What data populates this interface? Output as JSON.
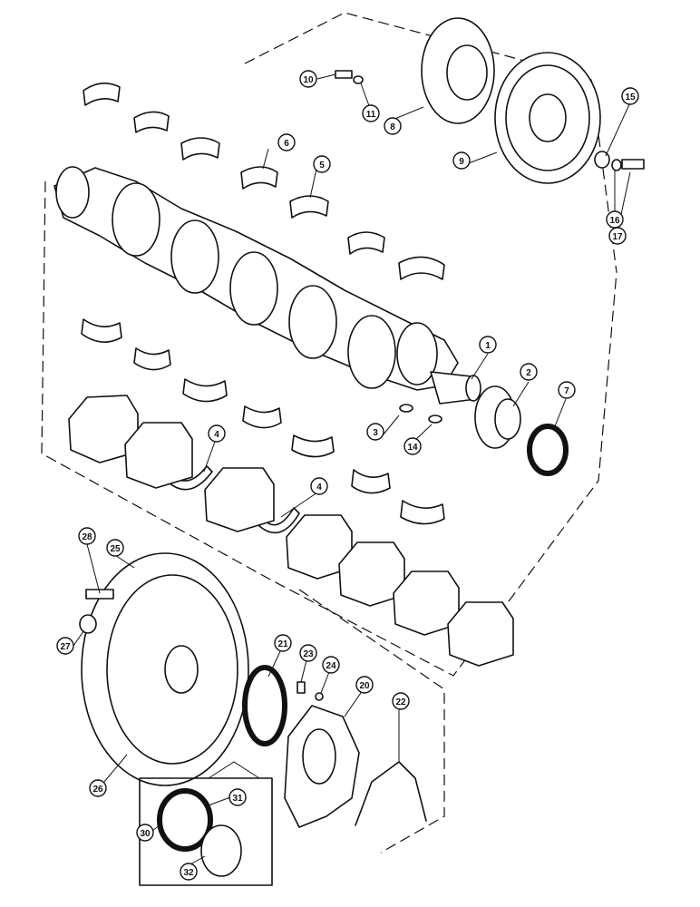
{
  "diagram": {
    "parts": [
      {
        "id": "1",
        "label": "1"
      },
      {
        "id": "2",
        "label": "2"
      },
      {
        "id": "3",
        "label": "3"
      },
      {
        "id": "4a",
        "label": "4"
      },
      {
        "id": "4b",
        "label": "4"
      },
      {
        "id": "5",
        "label": "5"
      },
      {
        "id": "6",
        "label": "6"
      },
      {
        "id": "7",
        "label": "7"
      },
      {
        "id": "8",
        "label": "8"
      },
      {
        "id": "9",
        "label": "9"
      },
      {
        "id": "10",
        "label": "10"
      },
      {
        "id": "11",
        "label": "11"
      },
      {
        "id": "14",
        "label": "14"
      },
      {
        "id": "15",
        "label": "15"
      },
      {
        "id": "16",
        "label": "16"
      },
      {
        "id": "17",
        "label": "17"
      },
      {
        "id": "20",
        "label": "20"
      },
      {
        "id": "21",
        "label": "21"
      },
      {
        "id": "22",
        "label": "22"
      },
      {
        "id": "23",
        "label": "23"
      },
      {
        "id": "24",
        "label": "24"
      },
      {
        "id": "25",
        "label": "25"
      },
      {
        "id": "26",
        "label": "26"
      },
      {
        "id": "27",
        "label": "27"
      },
      {
        "id": "28",
        "label": "28"
      },
      {
        "id": "30",
        "label": "30"
      },
      {
        "id": "31",
        "label": "31"
      },
      {
        "id": "32",
        "label": "32"
      }
    ]
  }
}
